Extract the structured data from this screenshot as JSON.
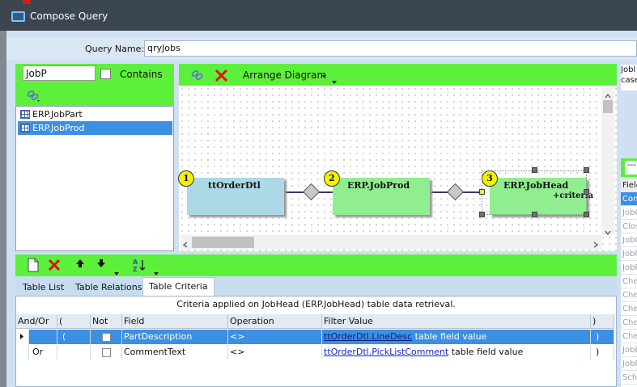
{
  "window": {
    "title": "Compose Query"
  },
  "query_name": {
    "label": "Query Name:",
    "value": "qryJobs"
  },
  "table_search": {
    "value": "JobP",
    "contains_label": "Contains",
    "contains_checked": false
  },
  "table_list": [
    {
      "label": "ERP.JobPart",
      "selected": false
    },
    {
      "label": "ERP.JobProd",
      "selected": true
    }
  ],
  "diagram": {
    "arrange_label": "Arrange Diagram",
    "nodes": [
      {
        "number": "1",
        "name": "ttOrderDtl",
        "color": "#add8e6"
      },
      {
        "number": "2",
        "name": "ERP.JobProd",
        "color": "#90ee90"
      },
      {
        "number": "3",
        "name": "ERP.JobHead",
        "sub": "+criteria",
        "color": "#90ee90"
      }
    ]
  },
  "right_panel": {
    "description": "Jobl case",
    "filter_value": "---",
    "fields": [
      {
        "label": "Field",
        "style": "header"
      },
      {
        "label": "Comp",
        "style": "selected"
      },
      {
        "label": "JobC",
        "style": "normal"
      },
      {
        "label": "Close",
        "style": "normal"
      },
      {
        "label": "JobC",
        "style": "normal"
      },
      {
        "label": "JobN",
        "style": "normal"
      },
      {
        "label": "JobR",
        "style": "normal"
      },
      {
        "label": "Chec",
        "style": "normal"
      },
      {
        "label": "Chec",
        "style": "normal"
      },
      {
        "label": "Chec",
        "style": "normal"
      },
      {
        "label": "Chec",
        "style": "normal"
      },
      {
        "label": "Chec",
        "style": "normal"
      },
      {
        "label": "JobE",
        "style": "normal"
      },
      {
        "label": "JobF",
        "style": "normal"
      },
      {
        "label": "Schr",
        "style": "normal"
      }
    ]
  },
  "tabs": [
    {
      "label": "Table List",
      "active": false
    },
    {
      "label": "Table Relations",
      "active": false
    },
    {
      "label": "Table Criteria",
      "active": true
    }
  ],
  "criteria": {
    "caption": "Criteria applied on JobHead (ERP.JobHead)  table data retrieval.",
    "columns": [
      "And/Or",
      "(",
      "Not",
      "Field",
      "Operation",
      "Filter Value",
      ")"
    ],
    "rows": [
      {
        "andor": "",
        "open": "(",
        "not": false,
        "field": "PartDescription",
        "operation": "<>",
        "filter_link": "ttOrderDtl.LineDesc",
        "filter_suffix": "table field value",
        "close": ")",
        "selected": true
      },
      {
        "andor": "Or",
        "open": "",
        "not": false,
        "field": "CommentText",
        "operation": "<>",
        "filter_link": "ttOrderDtl.PickListComment",
        "filter_suffix": "table field value",
        "close": ")",
        "selected": false
      }
    ]
  },
  "colors": {
    "toolbar_green": "#5df03b",
    "selection_blue": "#3d8fe3",
    "titlebar": "#3c4650"
  }
}
